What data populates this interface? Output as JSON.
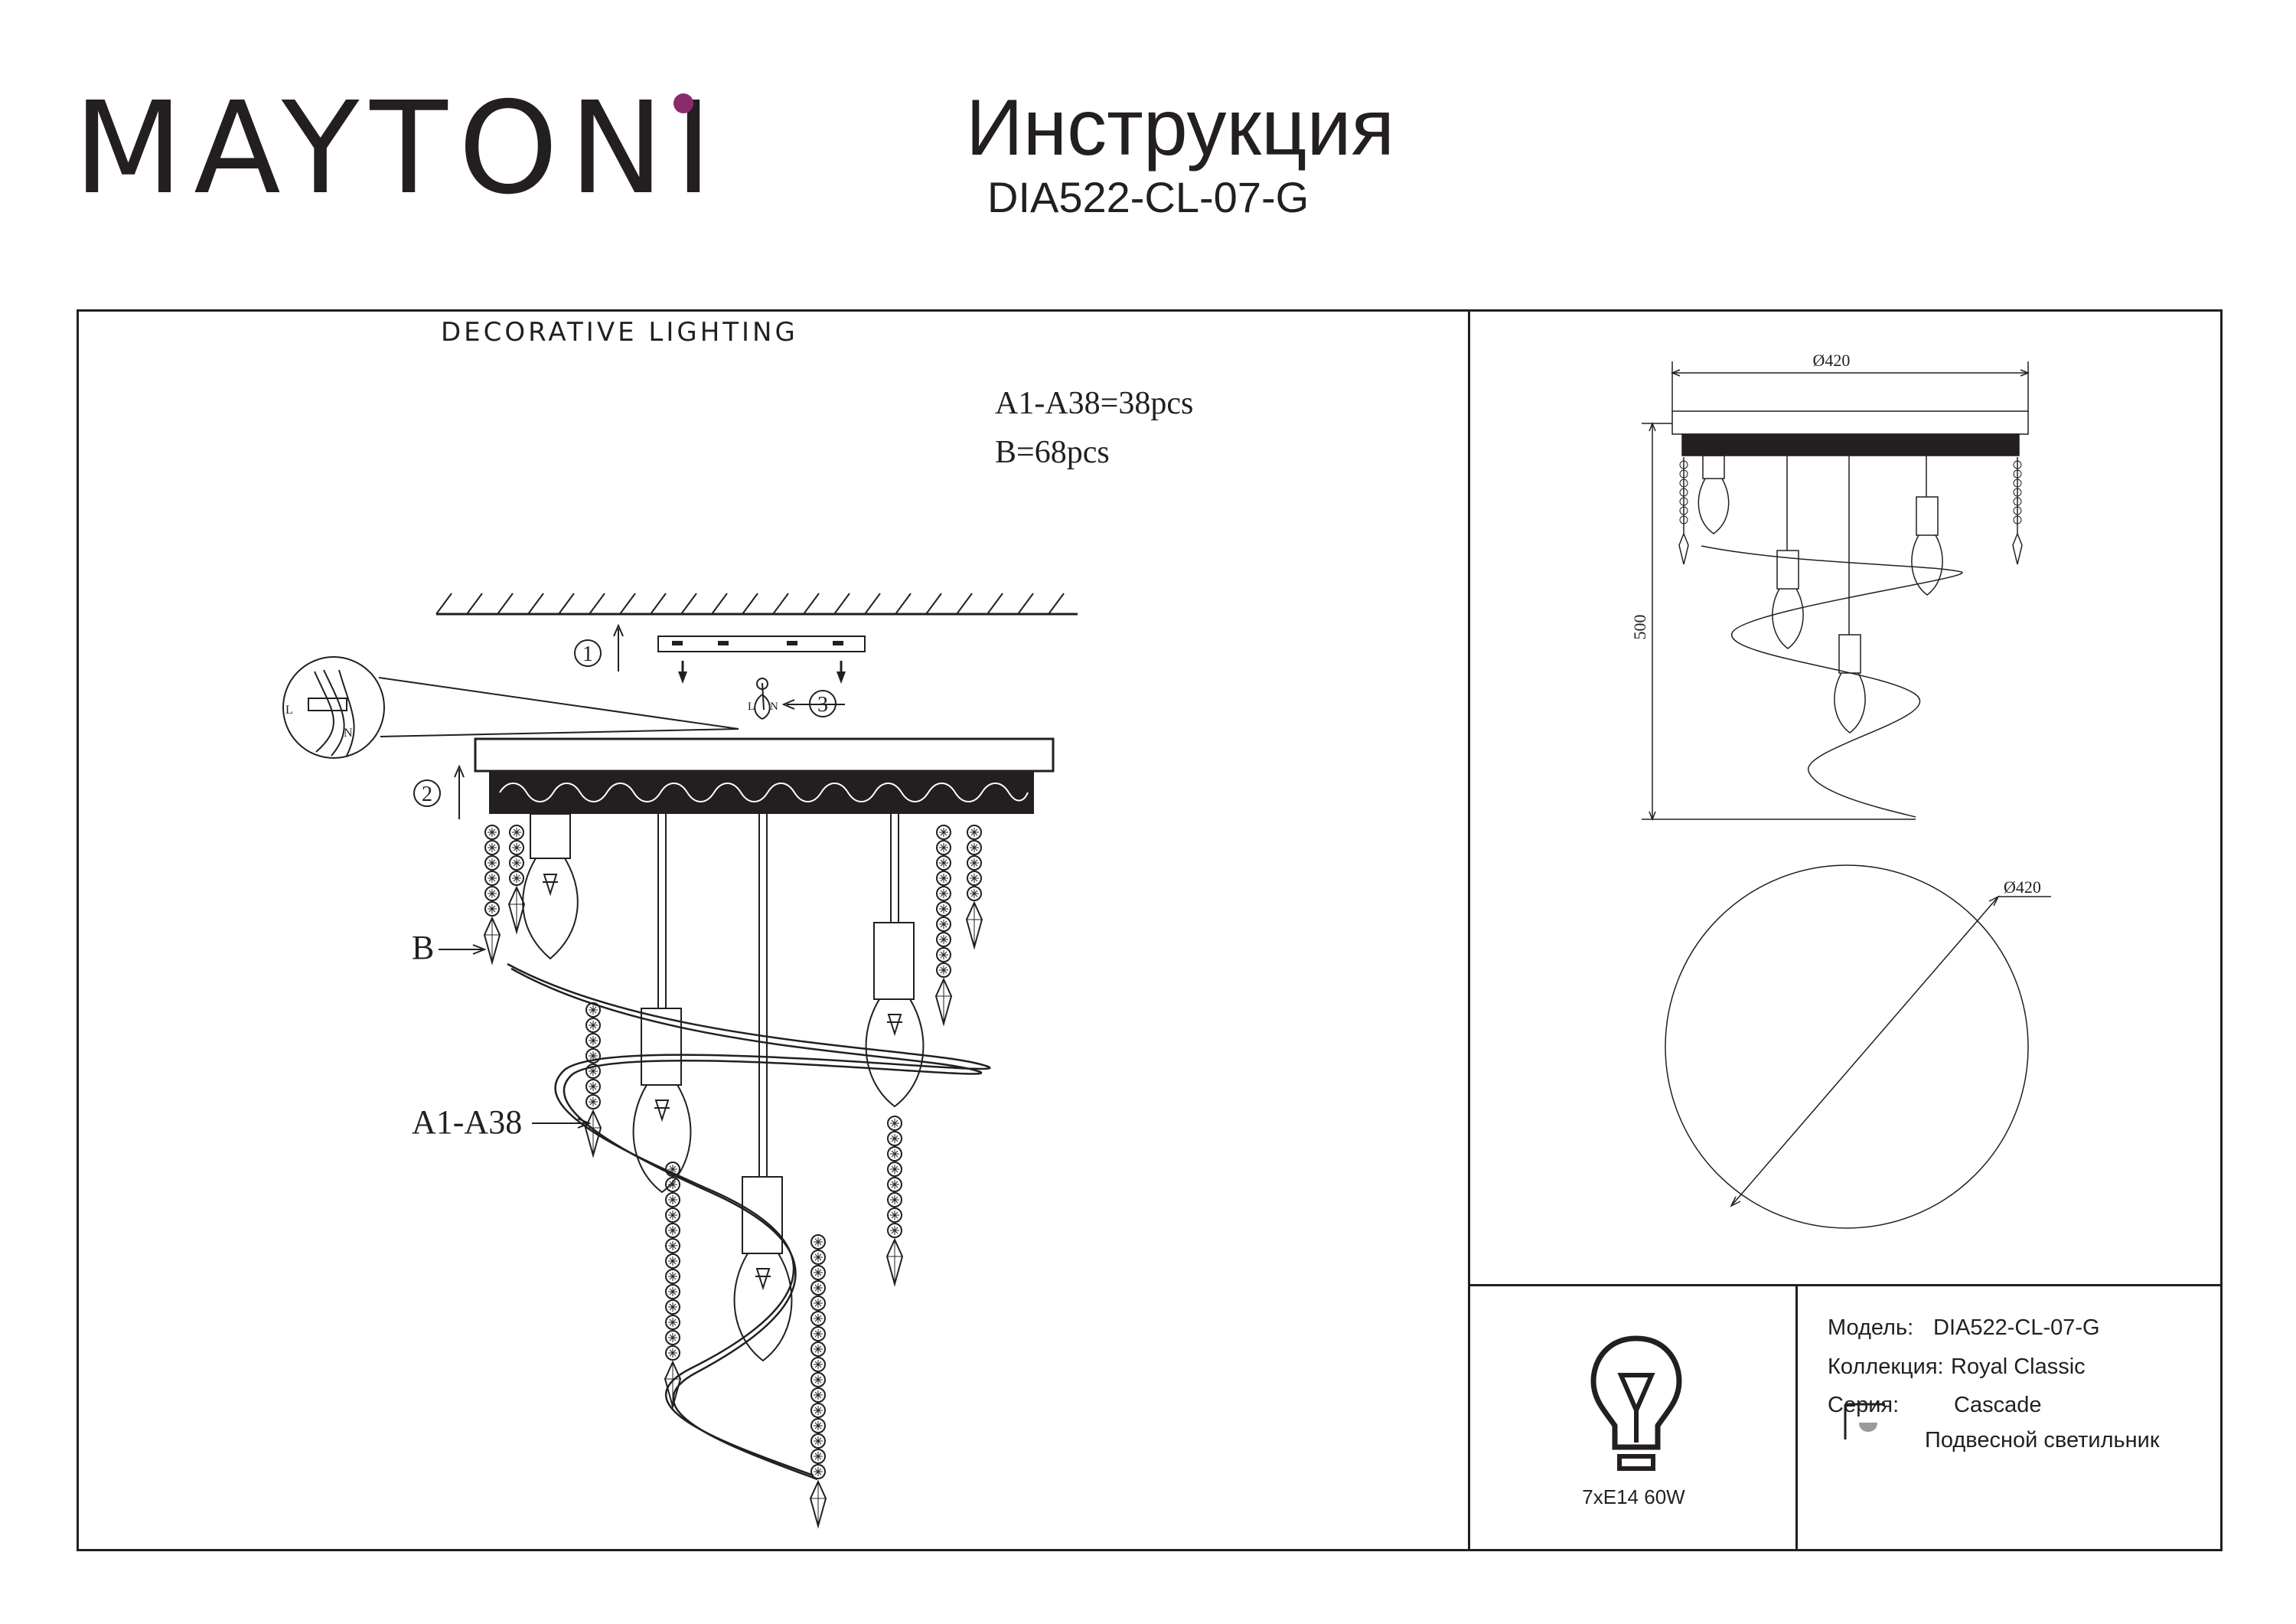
{
  "header": {
    "brand": "MAYTONI",
    "tagline": "DECORATIVE LIGHTING",
    "title": "Инструкция",
    "model_code": "DIA522-CL-07-G"
  },
  "assembly": {
    "parts_a": "A1-A38=38pcs",
    "parts_b": "B=68pcs",
    "label_b": "B",
    "label_a": "A1-A38",
    "steps": [
      "1",
      "2",
      "3"
    ],
    "wire_labels": {
      "live": "L",
      "neutral": "N"
    }
  },
  "dimensions": {
    "top_diameter": "Ø420",
    "height": "500",
    "circle_diameter": "Ø420"
  },
  "specs": {
    "lamp": "7xE14 60W",
    "model_label": "Модель:",
    "model_value": "DIA522-CL-07-G",
    "collection_label": "Коллекция:",
    "collection_value": "Royal Classic",
    "series_label": "Серия:",
    "series_value": "Cascade",
    "type_value": "Подвесной светильник"
  },
  "colors": {
    "ink": "#231f20",
    "brand_accent": "#8c2a6e"
  },
  "icons": [
    "lightbulb-icon",
    "pendant-lamp-icon",
    "ceiling-hatch",
    "wiring-detail-icon"
  ]
}
